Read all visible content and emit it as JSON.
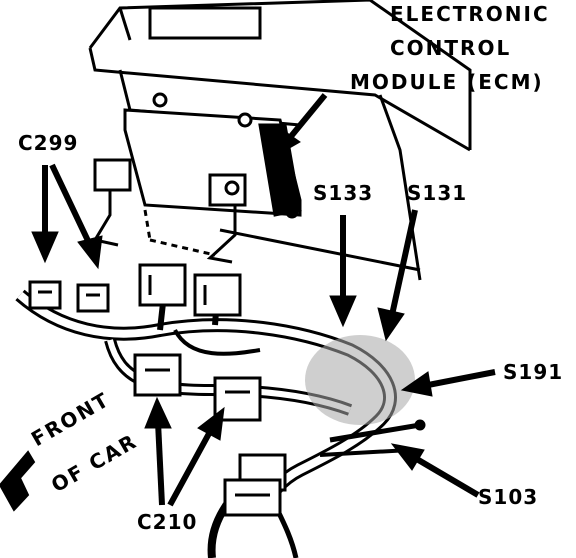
{
  "labels": {
    "ecm_line1": "ELECTRONIC",
    "ecm_line2": "CONTROL",
    "ecm_line3": "MODULE (ECM)",
    "c299": "C299",
    "s133": "S133",
    "s131": "S131",
    "s191": "S191",
    "s103": "S103",
    "c210": "C210",
    "front_line1": "FRONT",
    "front_line2": "OF CAR"
  },
  "colors": {
    "ink": "#000000",
    "paper": "#ffffff",
    "shade": "#a8a8a8"
  }
}
